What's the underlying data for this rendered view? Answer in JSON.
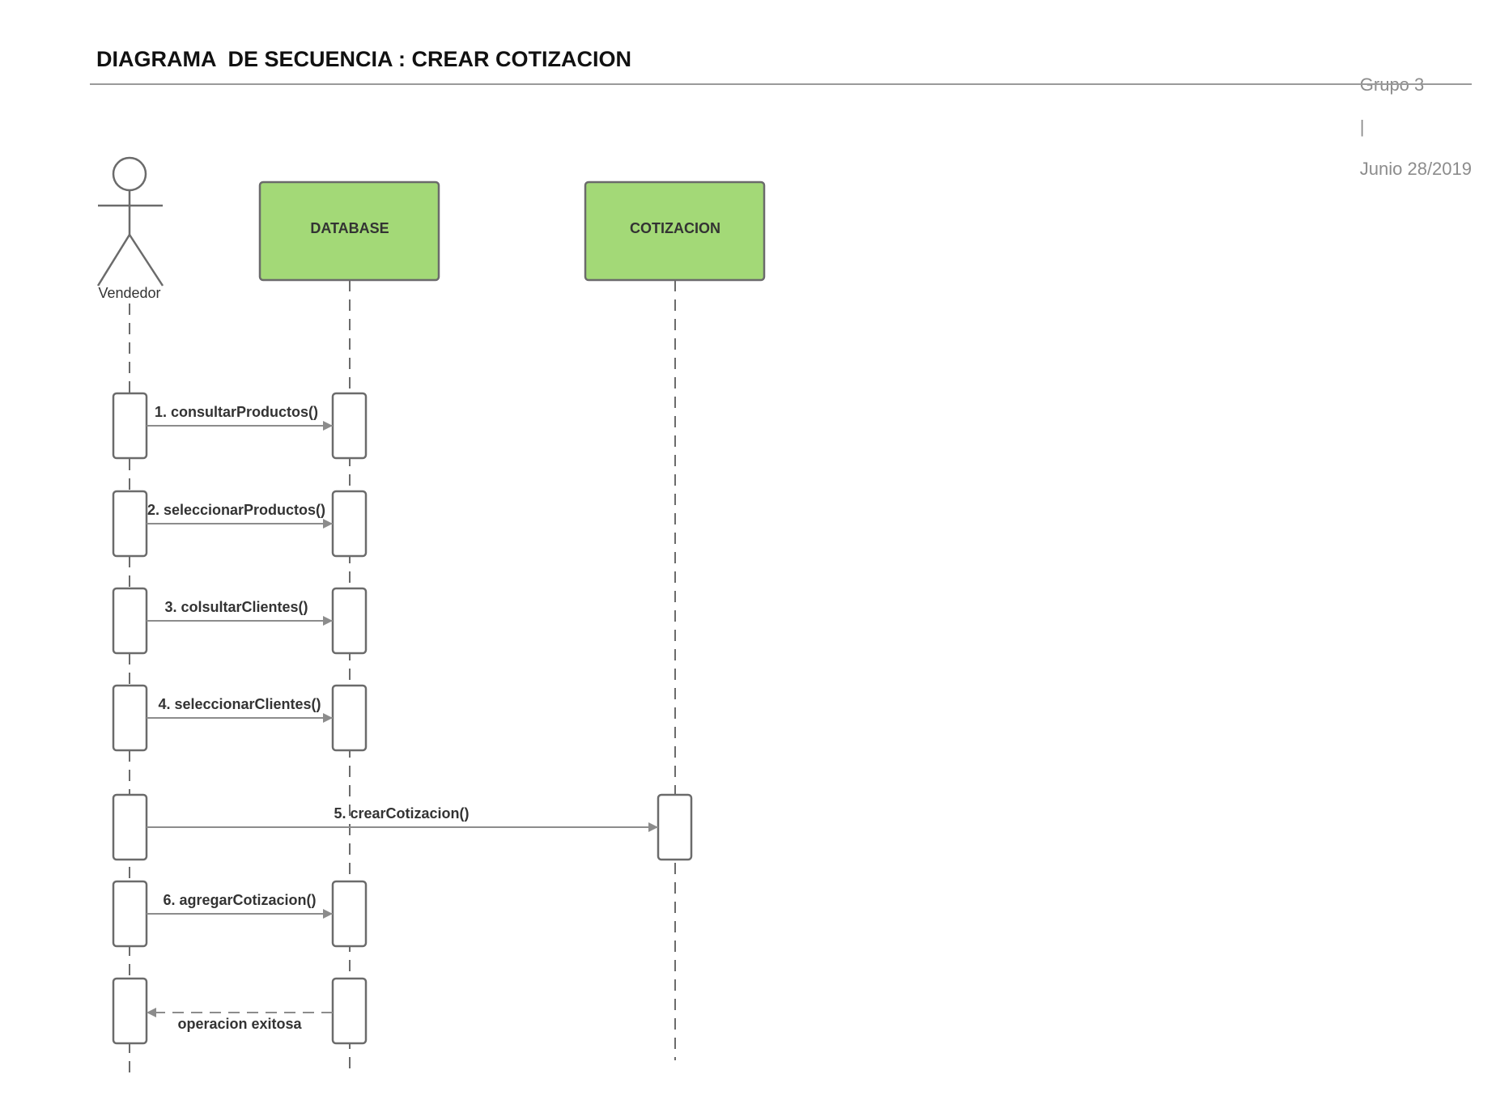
{
  "header": {
    "title": "DIAGRAMA  DE SECUENCIA : CREAR COTIZACION",
    "group": "Grupo 3",
    "separator": "|",
    "date": "Junio 28/2019"
  },
  "participants": {
    "actor": {
      "label": "Vendedor"
    },
    "database": {
      "label": "DATABASE"
    },
    "cotizacion": {
      "label": "COTIZACION"
    }
  },
  "messages": [
    {
      "label": "1. consultarProductos()",
      "from": "actor",
      "to": "database",
      "kind": "sync"
    },
    {
      "label": "2. seleccionarProductos()",
      "from": "actor",
      "to": "database",
      "kind": "sync"
    },
    {
      "label": "3. colsultarClientes()",
      "from": "actor",
      "to": "database",
      "kind": "sync"
    },
    {
      "label": "4. seleccionarClientes()",
      "from": "actor",
      "to": "database",
      "kind": "sync"
    },
    {
      "label": "5. crearCotizacion()",
      "from": "actor",
      "to": "cotizacion",
      "kind": "sync"
    },
    {
      "label": "6. agregarCotizacion()",
      "from": "actor",
      "to": "database",
      "kind": "sync"
    },
    {
      "label": "operacion exitosa",
      "from": "database",
      "to": "actor",
      "kind": "return"
    }
  ],
  "colors": {
    "participant_fill": "#a3d977",
    "line": "#6b6b6b",
    "arrow": "#8c8c8c"
  }
}
